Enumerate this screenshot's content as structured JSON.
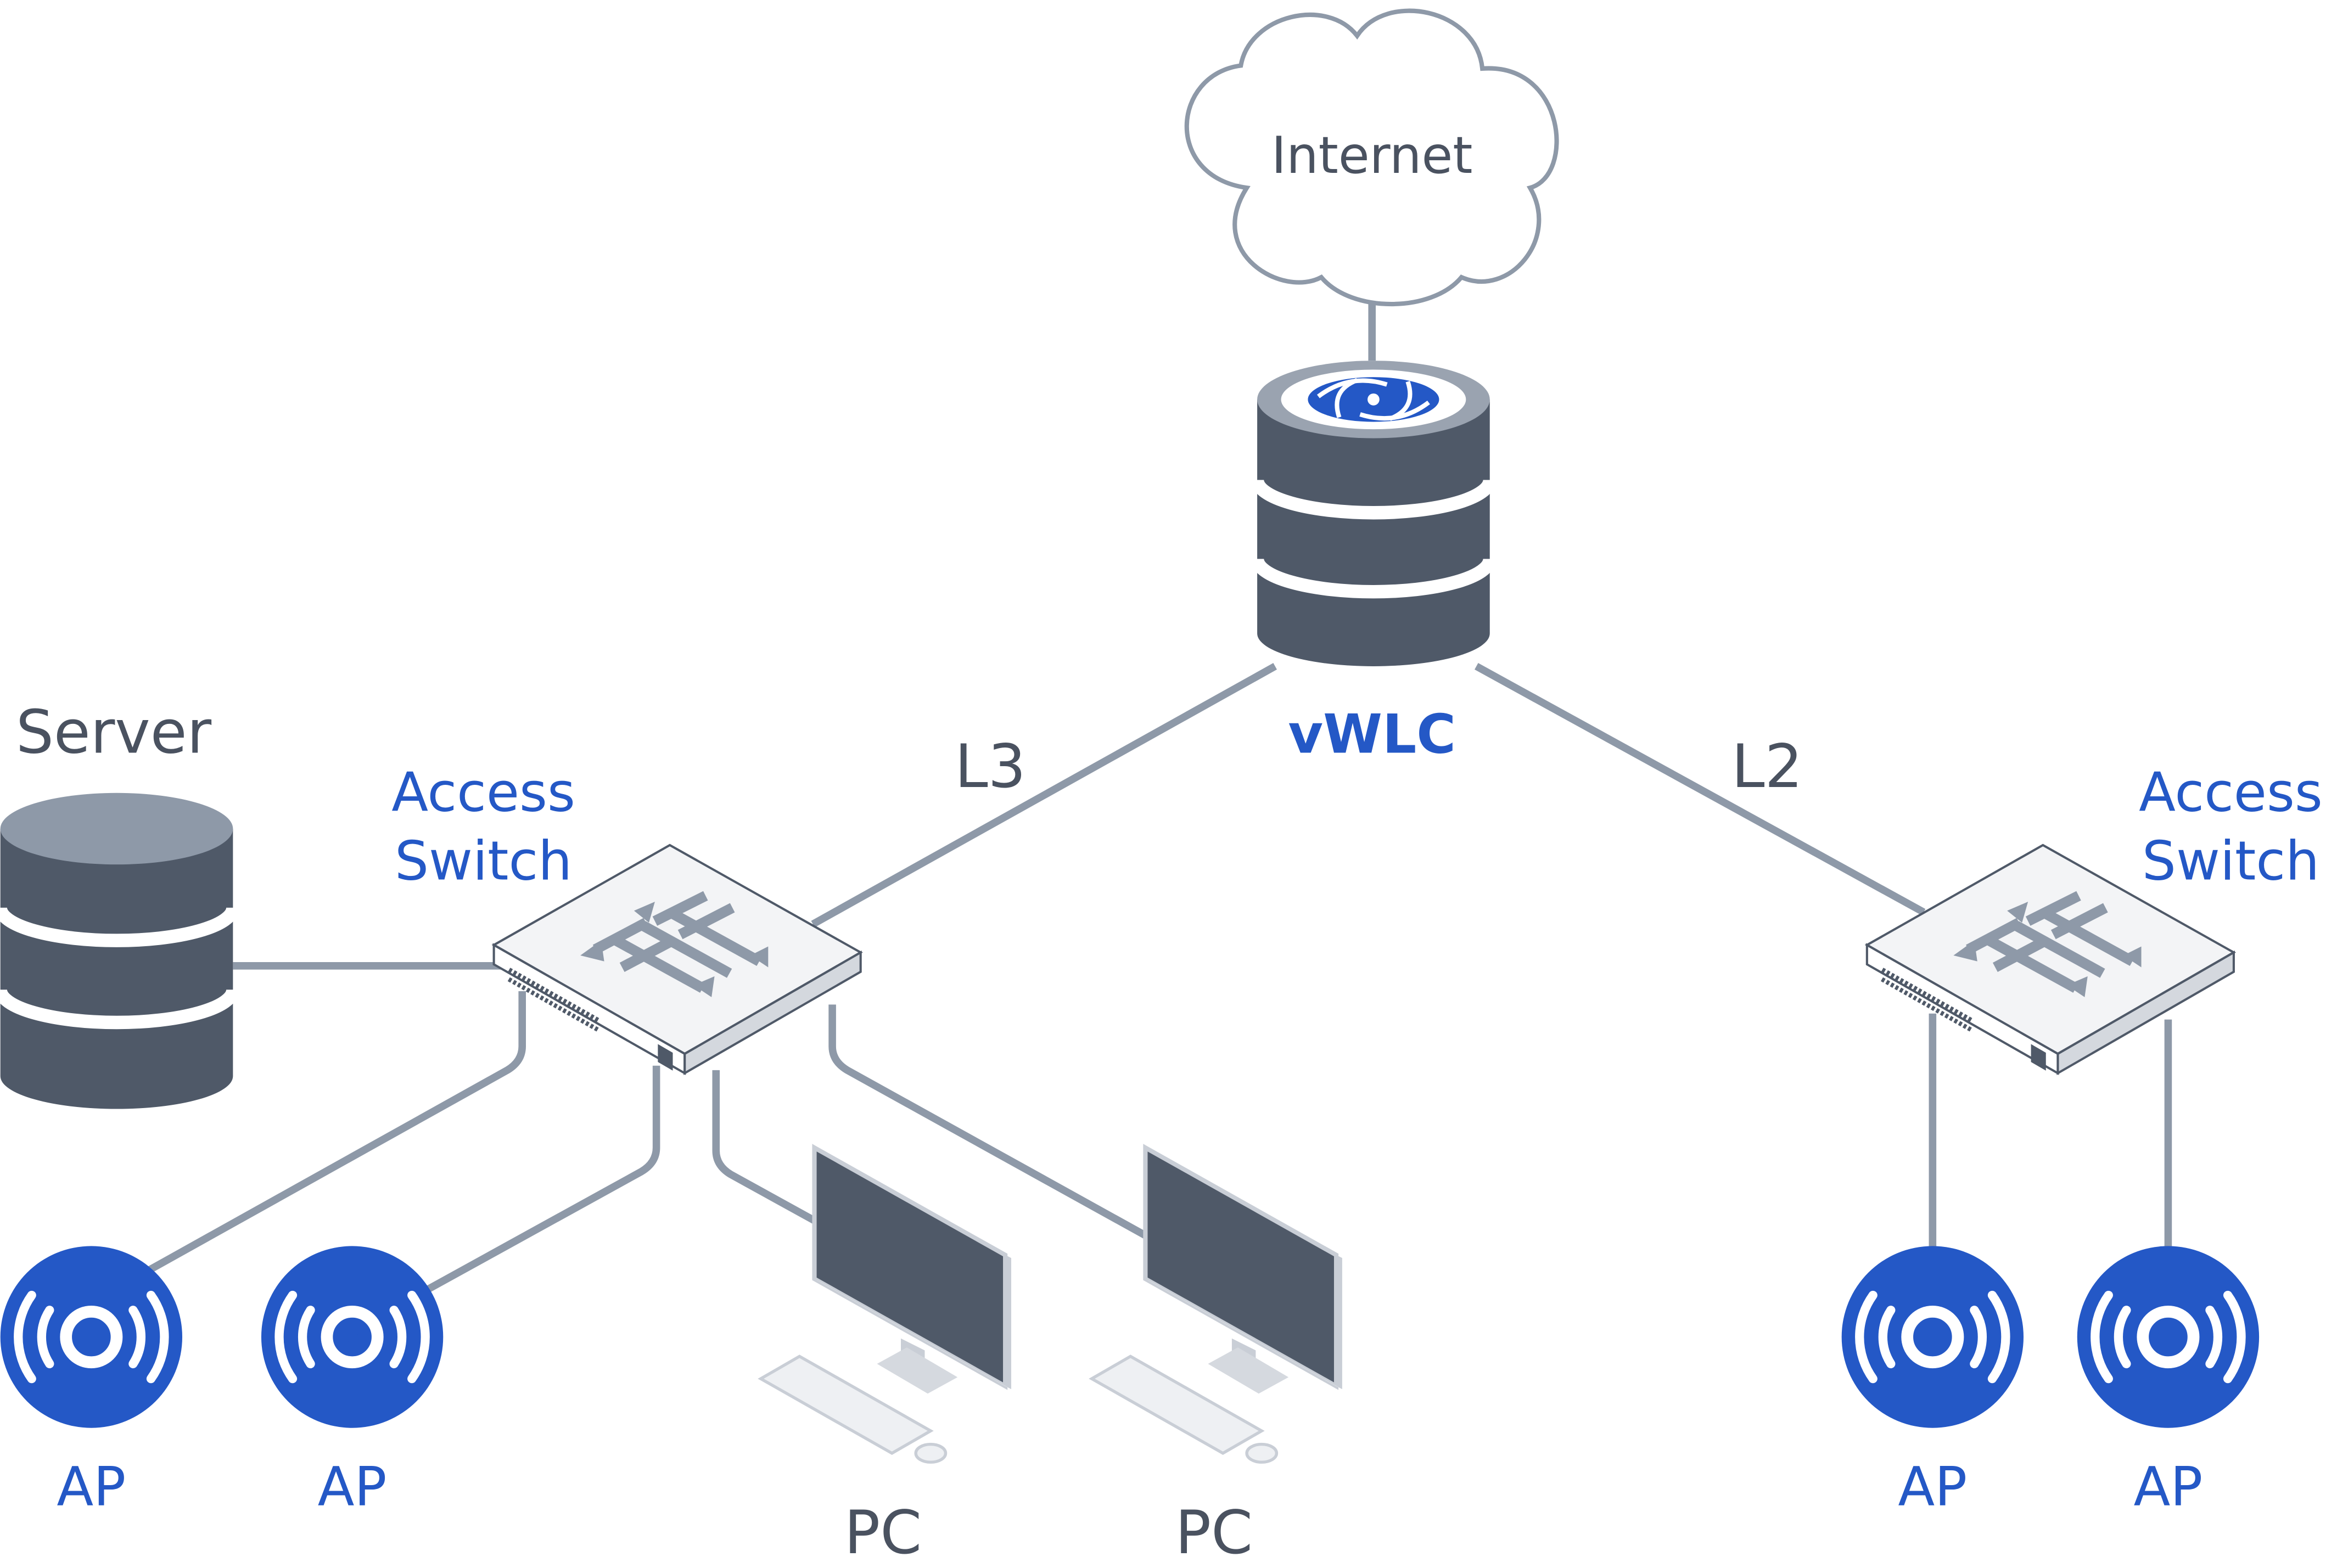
{
  "labels": {
    "internet": "Internet",
    "vwlc": "vWLC",
    "server": "Server",
    "switch_left_line1": "Access",
    "switch_left_line2": "Switch",
    "switch_right_line1": "Access",
    "switch_right_line2": "Switch",
    "link_l3": "L3",
    "link_l2": "L2",
    "ap_1": "AP",
    "ap_2": "AP",
    "ap_3": "AP",
    "ap_4": "AP",
    "pc_1": "PC",
    "pc_2": "PC"
  },
  "colors": {
    "accent_blue": "#2458c6",
    "device_dark": "#4f5968",
    "text_dark": "#4a5260",
    "line_gray": "#8e99a8"
  },
  "icons": {
    "cloud": "cloud-icon",
    "controller": "database-icon",
    "server": "database-icon",
    "switch": "network-switch-icon",
    "ap": "wireless-access-point-icon",
    "pc": "desktop-computer-icon"
  }
}
